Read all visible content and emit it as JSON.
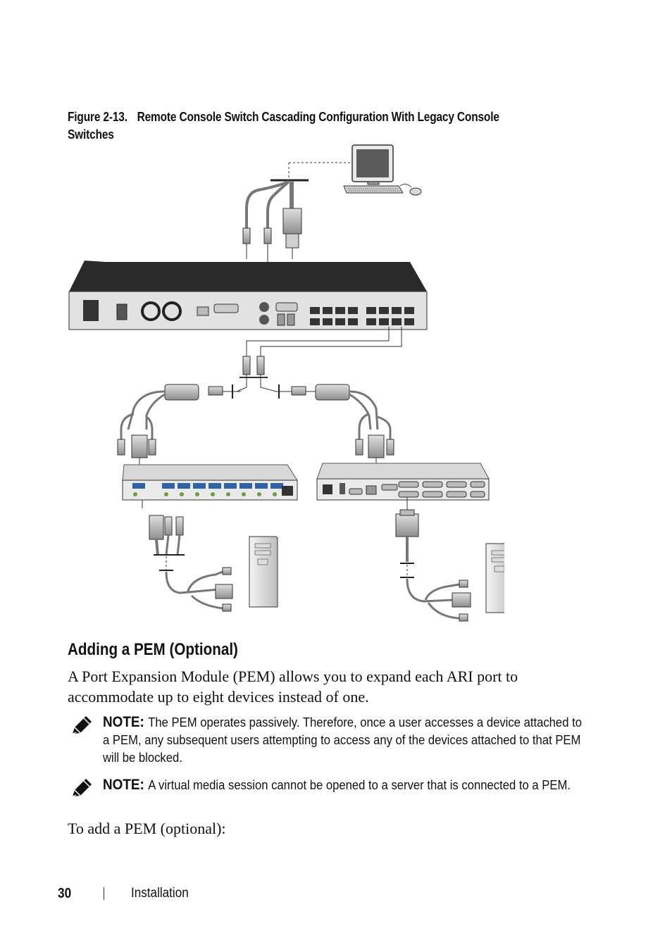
{
  "figure": {
    "label": "Figure 2-13.",
    "title": "Remote Console Switch Cascading Configuration With Legacy Console Switches"
  },
  "section": {
    "heading": "Adding a PEM (Optional)"
  },
  "paragraphs": {
    "intro": "A Port Expansion Module (PEM) allows you to expand each ARI port to accommodate up to eight devices instead of one.",
    "steps_lead": "To add a PEM (optional):"
  },
  "notes": [
    {
      "label": "NOTE:",
      "text": "The PEM operates passively. Therefore, once a user accesses a device attached to a PEM, any subsequent users attempting to access any of the devices attached to that PEM will be blocked.",
      "icon": "pencil-note-icon"
    },
    {
      "label": "NOTE:",
      "text": "A virtual media session cannot be opened to a server that is connected to a PEM.",
      "icon": "pencil-note-icon"
    }
  ],
  "footer": {
    "page_number": "30",
    "section_name": "Installation"
  },
  "colors": {
    "text": "#111111",
    "device_dark": "#2b2b2b",
    "device_light": "#e4e4e4",
    "cable": "#8a8a8a"
  }
}
